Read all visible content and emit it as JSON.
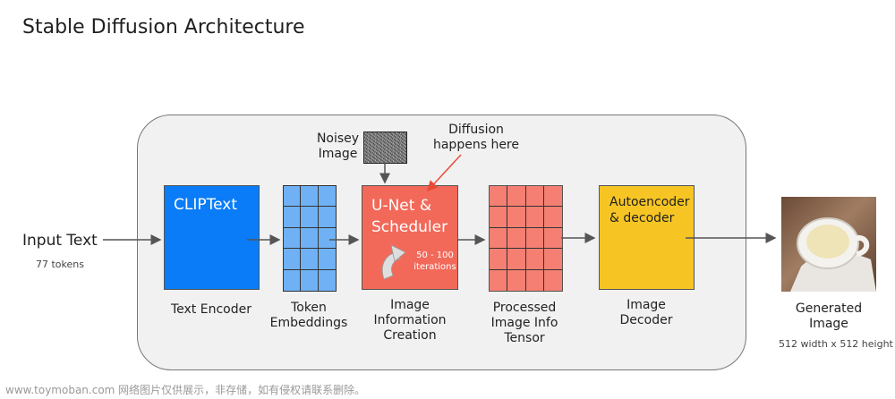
{
  "title": "Stable Diffusion Architecture",
  "input": {
    "label": "Input Text",
    "sub": "77 tokens"
  },
  "stages": {
    "text_encoder": {
      "box_label": "CLIPText",
      "caption": "Text Encoder"
    },
    "token_embeddings": {
      "caption_line1": "Token",
      "caption_line2": "Embeddings"
    },
    "unet": {
      "box_line1": "U-Net &",
      "box_line2": "Scheduler",
      "iter_line1": "50 - 100",
      "iter_line2": "iterations",
      "caption_line1": "Image",
      "caption_line2": "Information",
      "caption_line3": "Creation"
    },
    "processed": {
      "caption_line1": "Processed",
      "caption_line2": "Image Info",
      "caption_line3": "Tensor"
    },
    "decoder": {
      "box_line1": "Autoencoder",
      "box_line2": "& decoder",
      "caption_line1": "Image",
      "caption_line2": "Decoder"
    }
  },
  "noise": {
    "line1": "Noisey",
    "line2": "Image"
  },
  "diffusion_note": {
    "line1": "Diffusion",
    "line2": "happens here"
  },
  "output": {
    "line1": "Generated",
    "line2": "Image",
    "sub": "512 width  x 512 height"
  },
  "watermark": "www.toymoban.com 网络图片仅供展示，非存储，如有侵权请联系删除。",
  "colors": {
    "clip": "#0a7cf7",
    "token": "#6fb1f4",
    "unet": "#f2695a",
    "processed": "#f47f72",
    "decoder": "#f6c524",
    "panel": "#f1f1f1",
    "arrow": "#555555",
    "diffusion_arrow": "#e84a3a"
  }
}
